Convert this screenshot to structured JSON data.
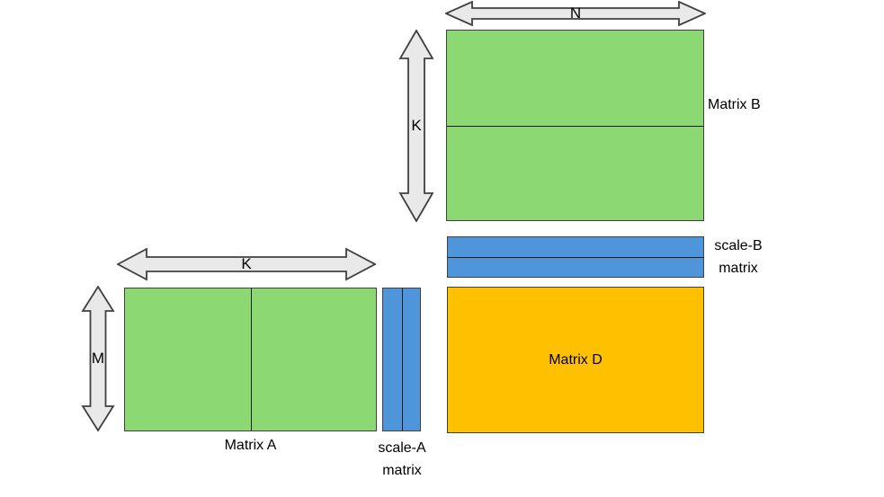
{
  "diagram": {
    "colors": {
      "matrix_green": "#8CD973",
      "scale_blue": "#4E95D9",
      "matrix_d_orange": "#FFC000",
      "arrow_fill": "#E9E9E9",
      "arrow_outline": "#404040",
      "shape_border": "#404040",
      "divider": "#1A1A1A",
      "text": "#000000",
      "background": "#FFFFFF"
    },
    "dimension_arrows": {
      "n": {
        "label": "N"
      },
      "k_b": {
        "label": "K"
      },
      "k_a": {
        "label": "K"
      },
      "m": {
        "label": "M"
      }
    },
    "matrices": {
      "b": {
        "label": "Matrix B"
      },
      "scale_b": {
        "label_line1": "scale-B",
        "label_line2": "matrix"
      },
      "d": {
        "label": "Matrix D"
      },
      "a": {
        "label": "Matrix A"
      },
      "scale_a": {
        "label_line1": "scale-A",
        "label_line2": "matrix"
      }
    }
  }
}
